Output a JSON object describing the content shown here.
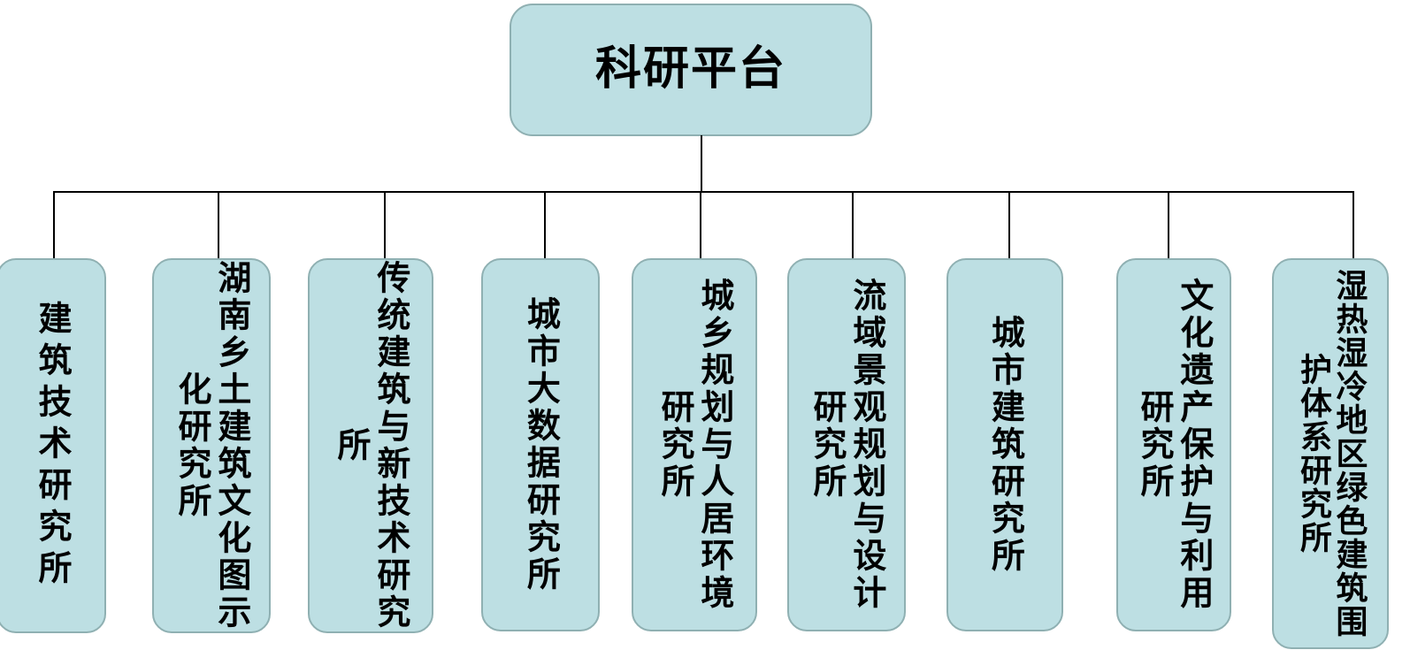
{
  "diagram": {
    "type": "organization-chart",
    "title_text": "科研平台",
    "colors": {
      "node_fill": "#bddfe3",
      "node_border": "#8fb0b2",
      "connector": "#000000",
      "text": "#000000",
      "background": "#ffffff"
    },
    "root": {
      "label": "科研平台"
    },
    "children": [
      {
        "label": "建筑技术研究所"
      },
      {
        "label": "湖南乡土建筑文化图示化研究所"
      },
      {
        "label": "传统建筑与新技术研究所"
      },
      {
        "label": "城市大数据研究所"
      },
      {
        "label": "城乡规划与人居环境研究所"
      },
      {
        "label": "流域景观规划与设计研究所"
      },
      {
        "label": "城市建筑研究所"
      },
      {
        "label": "文化遗产保护与利用研究所"
      },
      {
        "label": "湿热湿冷地区绿色建筑围护体系研究所"
      }
    ]
  }
}
